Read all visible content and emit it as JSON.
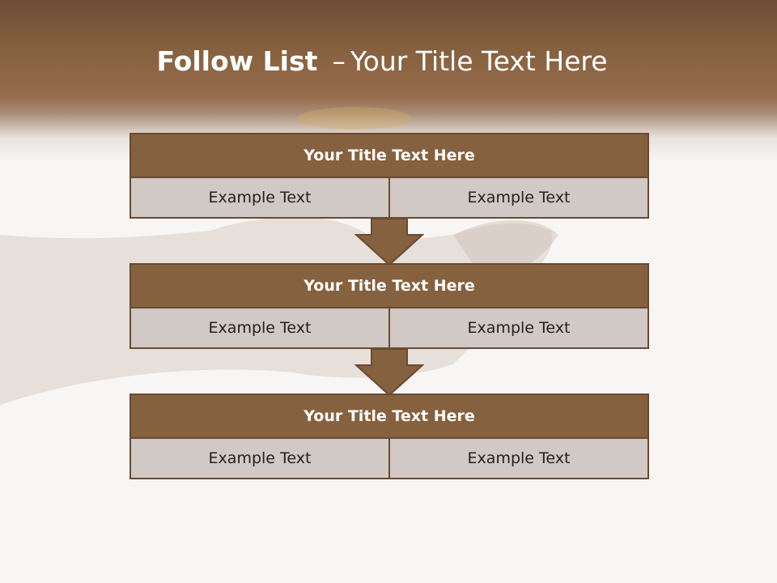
{
  "title": {
    "bold": "Follow List",
    "dash": "–",
    "rest": "Your Title Text Here"
  },
  "blocks": [
    {
      "heading": "Your Title Text Here",
      "left": "Example Text",
      "right": "Example Text"
    },
    {
      "heading": "Your Title Text Here",
      "left": "Example Text",
      "right": "Example Text"
    },
    {
      "heading": "Your Title Text Here",
      "left": "Example Text",
      "right": "Example Text"
    }
  ],
  "colors": {
    "header_brown": "#85603f",
    "block_heading": "#86613f",
    "border": "#6a4a33",
    "cell_bg": "#d0c9c5",
    "background": "#f8f6f4"
  },
  "icons": [
    "down-arrow-icon",
    "down-arrow-icon"
  ]
}
